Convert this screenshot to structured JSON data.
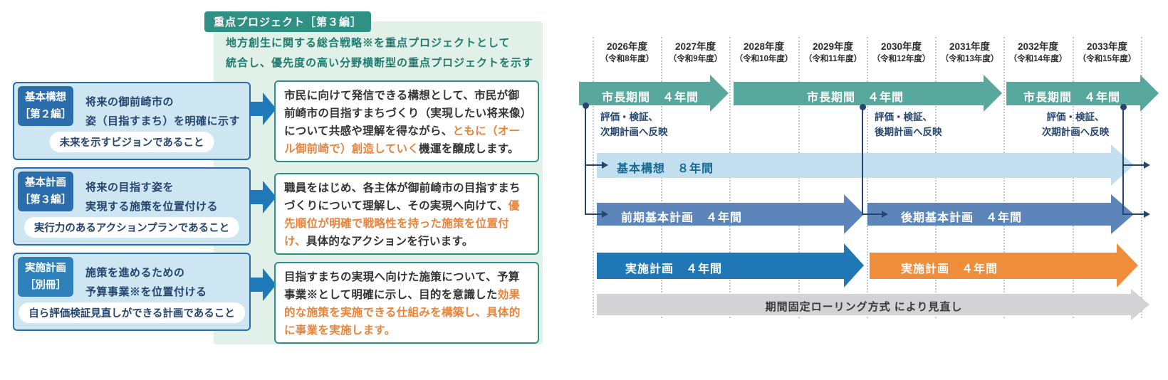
{
  "palette": {
    "teal": "#2e9184",
    "panel_green": "#e1f0e9",
    "intro_text": "#1e7c6d",
    "box_fill": "#cee5f2",
    "box_border": "#2b6dac",
    "tab_blue": "#2b6dac",
    "tab_blue_light": "#2e81ba",
    "navy_text": "#25456e",
    "highlight_orange": "#e8843b",
    "fat_arrow_blue": "#1f78b8",
    "mayor_teal": "#58a89e",
    "kousou_light_blue": "#c2dfef",
    "kousou_text": "#17698e",
    "keikaku_steel_blue": "#5c85ba",
    "jisshi_blue": "#2077b5",
    "jisshi_orange": "#ef8d3b",
    "rolling_gray": "#d3d3d5"
  },
  "left": {
    "badge": "重点プロジェクト［第３編］",
    "intro_line1": "地方創生に関する総合戦略※を重点プロジェクトとして",
    "intro_line2": "統合し、優先度の高い分野横断型の重点プロジェクトを示す",
    "rows": [
      {
        "tab1": "基本構想",
        "tab2": "［第２編］",
        "desc1": "将来の御前崎市の",
        "desc2": "姿（目指すまち）を明確に示す",
        "pill": "未来を示すビジョンであること",
        "detail": [
          {
            "text": "市民に向けて発信できる構想として、市民が御前崎市の目指すまちづくり（実現したい将来像）について共感や理解を得ながら、",
            "highlight": false
          },
          {
            "text": "ともに（オール御前崎で）創造していく",
            "highlight": true
          },
          {
            "text": "機運を醸成します。",
            "highlight": false
          }
        ]
      },
      {
        "tab1": "基本計画",
        "tab2": "［第３編］",
        "desc1": "将来の目指す姿を",
        "desc2": "実現する施策を位置付ける",
        "pill": "実行力のあるアクションプランであること",
        "detail": [
          {
            "text": "職員をはじめ、各主体が御前崎市の目指すまちづくりについて理解し、その実現へ向けて、",
            "highlight": false
          },
          {
            "text": "優先順位が明確で戦略性を持った施策を位置付け、",
            "highlight": true
          },
          {
            "text": "具体的なアクションを行います。",
            "highlight": false
          }
        ]
      },
      {
        "tab1": "実施計画",
        "tab2": "［別冊］",
        "desc1": "施策を進めるための",
        "desc2": "予算事業※を位置付ける",
        "pill": "自ら評価検証見直しができる計画であること",
        "detail": [
          {
            "text": "目指すまちの実現へ向けた施策について、予算事業※として明確に示し、目的を意識した",
            "highlight": false
          },
          {
            "text": "効果的な施策を実施できる仕組みを構築し、具体的に事業を実施します。",
            "highlight": true
          }
        ]
      }
    ]
  },
  "timeline": {
    "years": [
      {
        "year": "2026年度",
        "era": "（令和8年度）"
      },
      {
        "year": "2027年度",
        "era": "（令和9年度）"
      },
      {
        "year": "2028年度",
        "era": "（令和10年度）"
      },
      {
        "year": "2029年度",
        "era": "（令和11年度）"
      },
      {
        "year": "2030年度",
        "era": "（令和12年度）"
      },
      {
        "year": "2031年度",
        "era": "（令和13年度）"
      },
      {
        "year": "2032年度",
        "era": "（令和14年度）"
      },
      {
        "year": "2033年度",
        "era": "（令和15年度）"
      }
    ],
    "mayor_terms": [
      "市長期間　４年間",
      "市長期間　４年間",
      "市長期間　４年間"
    ],
    "evals": [
      {
        "line1": "評価・検証、",
        "line2": "次期計画へ反映"
      },
      {
        "line1": "評価・検証、",
        "line2": "後期計画へ反映"
      },
      {
        "line1": "評価・検証、",
        "line2": "次期計画へ反映"
      }
    ],
    "bars": {
      "kousou": "基本構想　８年間",
      "zenki": "前期基本計画　４年間",
      "kouki": "後期基本計画　４年間",
      "jisshi_early": "実施計画　４年間",
      "jisshi_late": "実施計画　４年間",
      "rolling": "期間固定ローリング方式 により見直し"
    }
  }
}
